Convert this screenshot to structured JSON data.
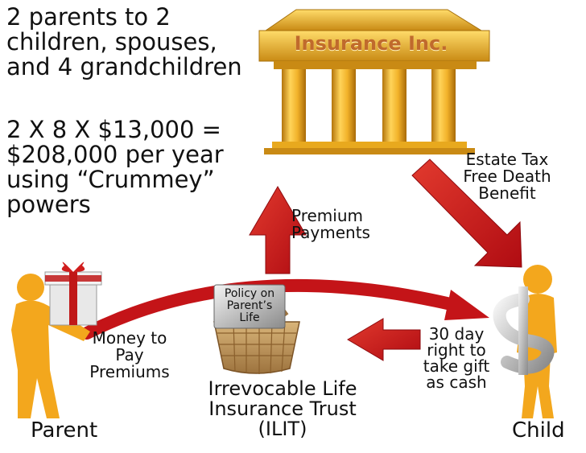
{
  "headline": "2 parents to 2\nchildren, spouses,\nand 4 grandchildren",
  "formula": "2 X 8 X $13,000 =\n$208,000 per year\nusing “Crummey”\npowers",
  "bank_name": "Insurance Inc.",
  "flows": {
    "premium": "Premium\nPayments",
    "estate_tax": "Estate Tax\nFree Death\nBenefit",
    "money": "Money to\nPay\nPremiums",
    "gift_right": "30 day\nright to\ntake gift\nas cash"
  },
  "policy_tag": "Policy on\nParent’s\nLife",
  "trust": "Irrevocable Life\nInsurance Trust\n(ILIT)",
  "actors": {
    "parent": "Parent",
    "child": "Child"
  },
  "colors": {
    "arrow_red": "#d2141a",
    "gold": "#e3a91c",
    "figure_orange": "#f3a71d",
    "basket": "#c59a5a"
  },
  "icons": [
    "bank-building-icon",
    "gift-box-icon",
    "dollar-sign-icon",
    "basket-icon"
  ]
}
